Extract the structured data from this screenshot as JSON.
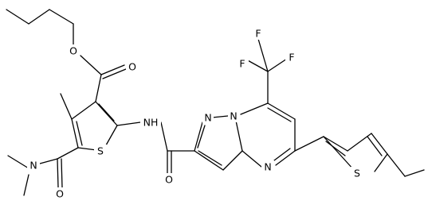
{
  "molecule": {
    "atom_labels": {
      "ester_o1": "O",
      "ester_o2": "O",
      "thiophene_s": "S",
      "amide_n": "N",
      "amide_o_left": "O",
      "nh": "NH",
      "amide_o_right": "O",
      "f1": "F",
      "f2": "F",
      "f3": "F",
      "ring_n1": "N",
      "ring_n2": "N",
      "ring_n3": "N",
      "thiophene2_s": "S"
    }
  }
}
